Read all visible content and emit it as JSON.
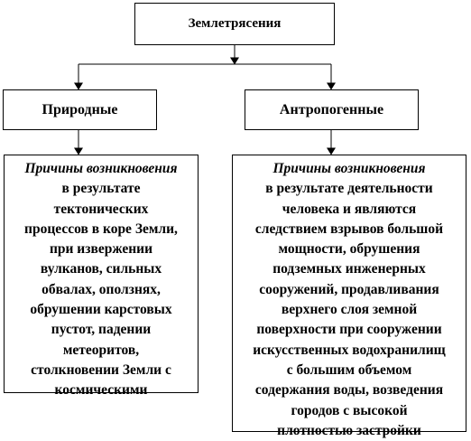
{
  "root": {
    "label": "Землетрясения"
  },
  "categories": [
    {
      "label": "Природные",
      "heading": "Причины возникновения",
      "lines": [
        "в результате",
        "тектонических",
        "процессов в коре Земли,",
        "при извержении",
        "вулканов, сильных",
        "обвалах, оползнях,",
        "обрушении карстовых",
        "пустот, падении",
        "метеоритов,",
        "столкновении Земли с",
        "космическими"
      ]
    },
    {
      "label": "Антропогенные",
      "heading": "Причины возникновения",
      "lines": [
        "в результате деятельности",
        "человека и являются",
        "следствием взрывов большой",
        "мощности, обрушения",
        "подземных инженерных",
        "сооружений, продавливания",
        "верхнего слоя земной",
        "поверхности при сооружении",
        "искусственных водохранилищ",
        "с большим объемом",
        "содержания воды, возведения",
        "городов с высокой",
        "плотностью застройки"
      ]
    }
  ]
}
